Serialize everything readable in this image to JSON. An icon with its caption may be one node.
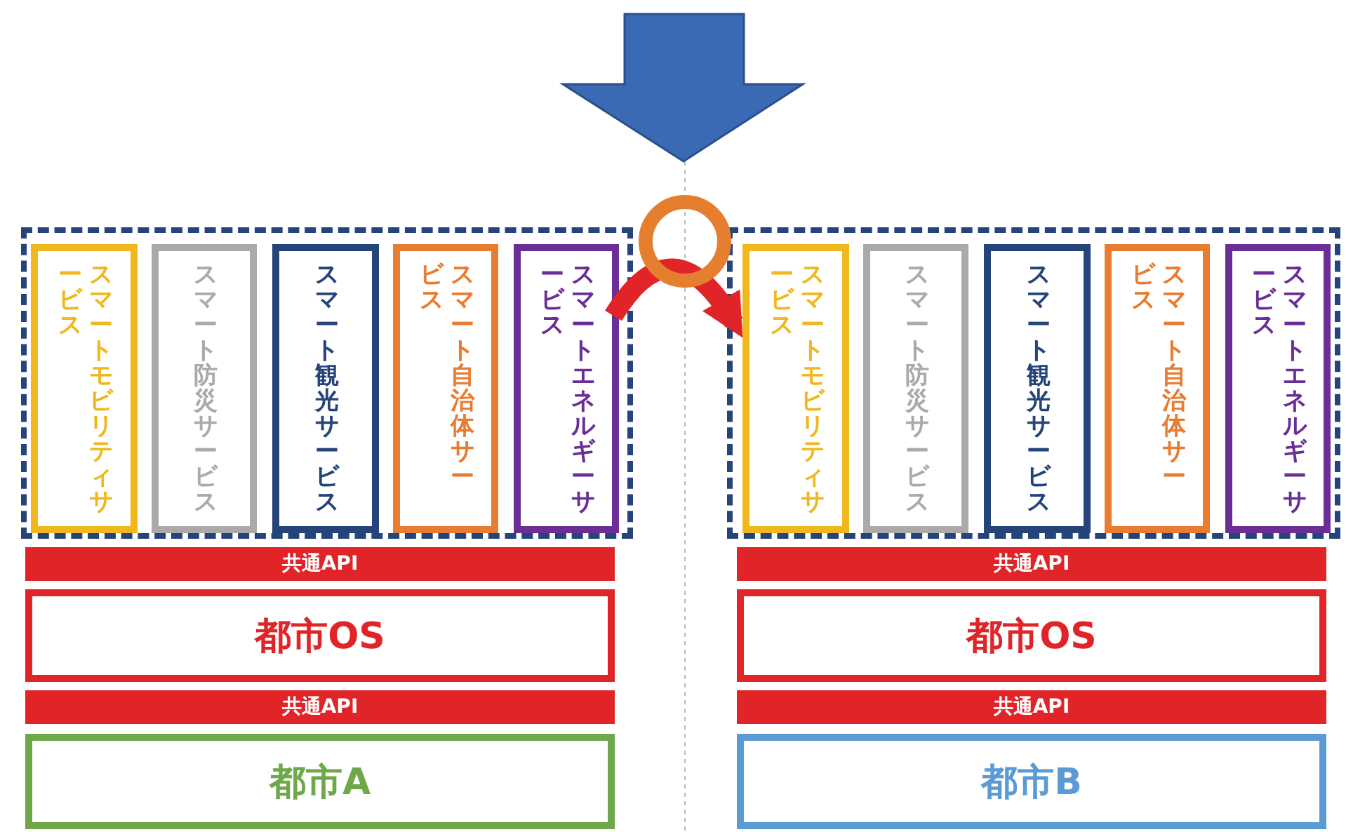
{
  "diagram": {
    "nodes": [
      {
        "text": [],
        "shape": "box"
      },
      {
        "text": [
          "スマートモビリティサービス"
        ],
        "in": 0
      },
      {
        "text": [
          "スマート防災サービス"
        ],
        "in": 0
      },
      {
        "text": [
          "スマート観光サービス"
        ],
        "in": 0
      },
      {
        "text": [
          "スマート自治体サービス"
        ],
        "in": 0
      },
      {
        "text": [
          "スマートエネルギーサービス"
        ],
        "in": 0
      },
      {
        "text": [
          "共通API"
        ]
      },
      {
        "text": [
          "都市OS"
        ]
      },
      {
        "text": [
          "共通API"
        ]
      },
      {
        "text": [
          "都市A"
        ]
      },
      {
        "text": [],
        "shape": "box"
      },
      {
        "text": [
          "スマートモビリティサービス"
        ],
        "in": 10
      },
      {
        "text": [
          "スマート防災サービス"
        ],
        "in": 10
      },
      {
        "text": [
          "スマート観光サービス"
        ],
        "in": 10
      },
      {
        "text": [
          "スマート自治体サービス"
        ],
        "in": 10
      },
      {
        "text": [
          "スマートエネルギーサービス"
        ],
        "in": 10
      },
      {
        "text": [
          "共通API"
        ]
      },
      {
        "text": [
          "都市OS"
        ]
      },
      {
        "text": [
          "共通API"
        ]
      },
      {
        "text": [
          "都市B"
        ]
      }
    ],
    "edges": [
      {
        "from": 5,
        "to": 11,
        "arrow": "to"
      }
    ]
  }
}
